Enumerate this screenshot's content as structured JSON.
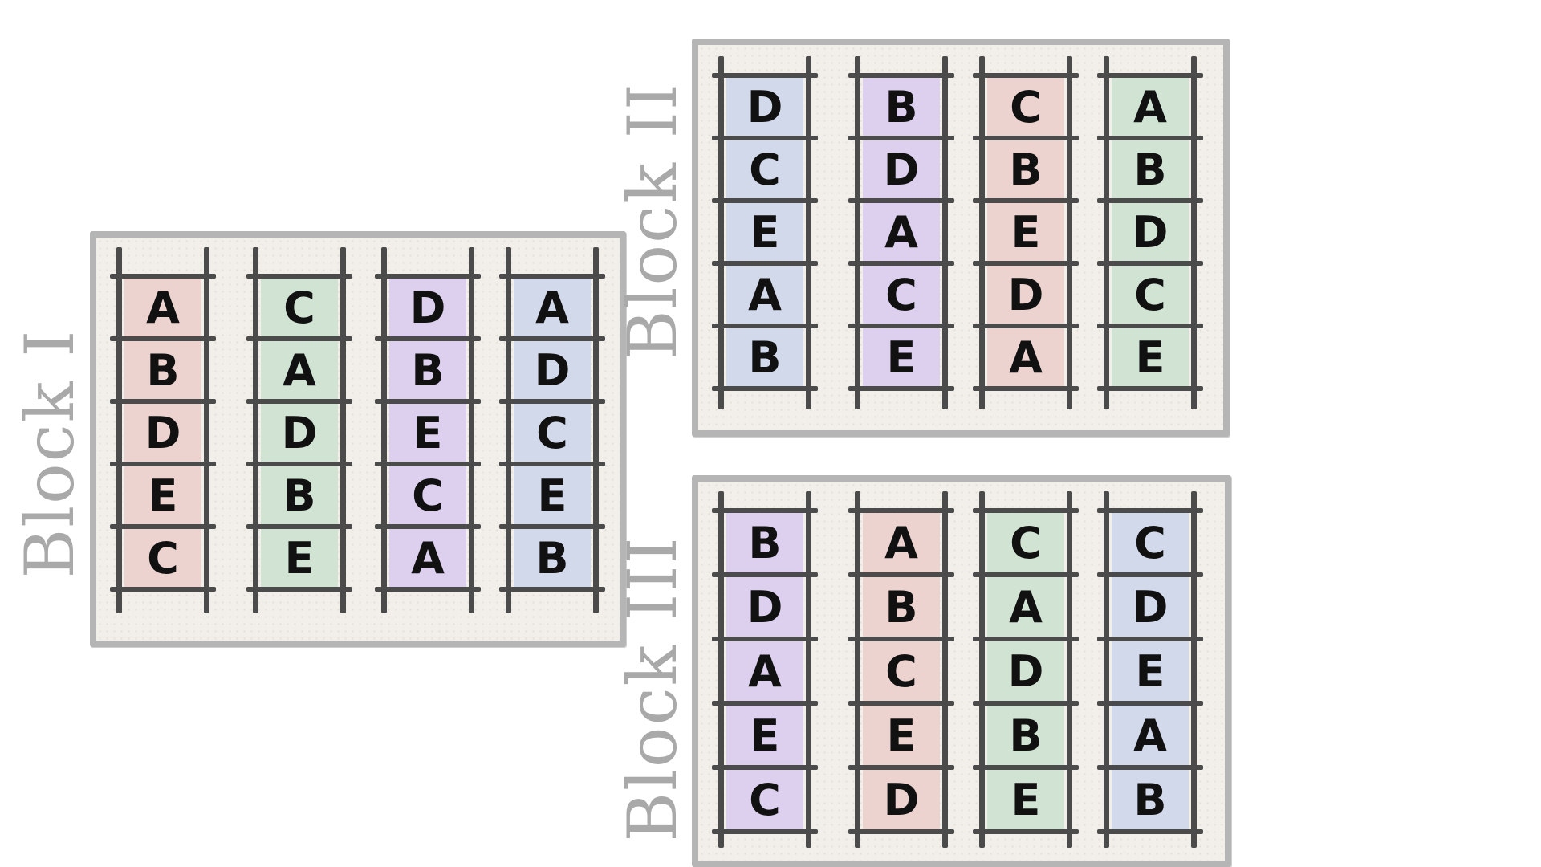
{
  "legend": {
    "treatment_colors": {
      "A": "#ead2cd",
      "B": "#dcd0ec",
      "C": "#d0dbe6",
      "D": "#d0e1d2",
      "E": "#ede7dc"
    }
  },
  "column_colors": {
    "red": "#ecd3cf",
    "green": "#d1e4d4",
    "purple": "#ddd0ef",
    "blue": "#d2d9eb"
  },
  "blocks": [
    {
      "label": "Block I",
      "columns": [
        {
          "color": "red",
          "plots": [
            "A",
            "B",
            "D",
            "E",
            "C"
          ]
        },
        {
          "color": "green",
          "plots": [
            "C",
            "A",
            "D",
            "B",
            "E"
          ]
        },
        {
          "color": "purple",
          "plots": [
            "D",
            "B",
            "E",
            "C",
            "A"
          ]
        },
        {
          "color": "blue",
          "plots": [
            "A",
            "D",
            "C",
            "E",
            "B"
          ]
        }
      ]
    },
    {
      "label": "Block II",
      "columns": [
        {
          "color": "blue",
          "plots": [
            "D",
            "C",
            "E",
            "A",
            "B"
          ]
        },
        {
          "color": "purple",
          "plots": [
            "B",
            "D",
            "A",
            "C",
            "E"
          ]
        },
        {
          "color": "red",
          "plots": [
            "C",
            "B",
            "E",
            "D",
            "A"
          ]
        },
        {
          "color": "green",
          "plots": [
            "A",
            "B",
            "D",
            "C",
            "E"
          ]
        }
      ]
    },
    {
      "label": "Block III",
      "columns": [
        {
          "color": "purple",
          "plots": [
            "B",
            "D",
            "A",
            "E",
            "C"
          ]
        },
        {
          "color": "red",
          "plots": [
            "A",
            "B",
            "C",
            "E",
            "D"
          ]
        },
        {
          "color": "green",
          "plots": [
            "C",
            "A",
            "D",
            "B",
            "E"
          ]
        },
        {
          "color": "blue",
          "plots": [
            "C",
            "D",
            "E",
            "A",
            "B"
          ]
        }
      ]
    }
  ]
}
